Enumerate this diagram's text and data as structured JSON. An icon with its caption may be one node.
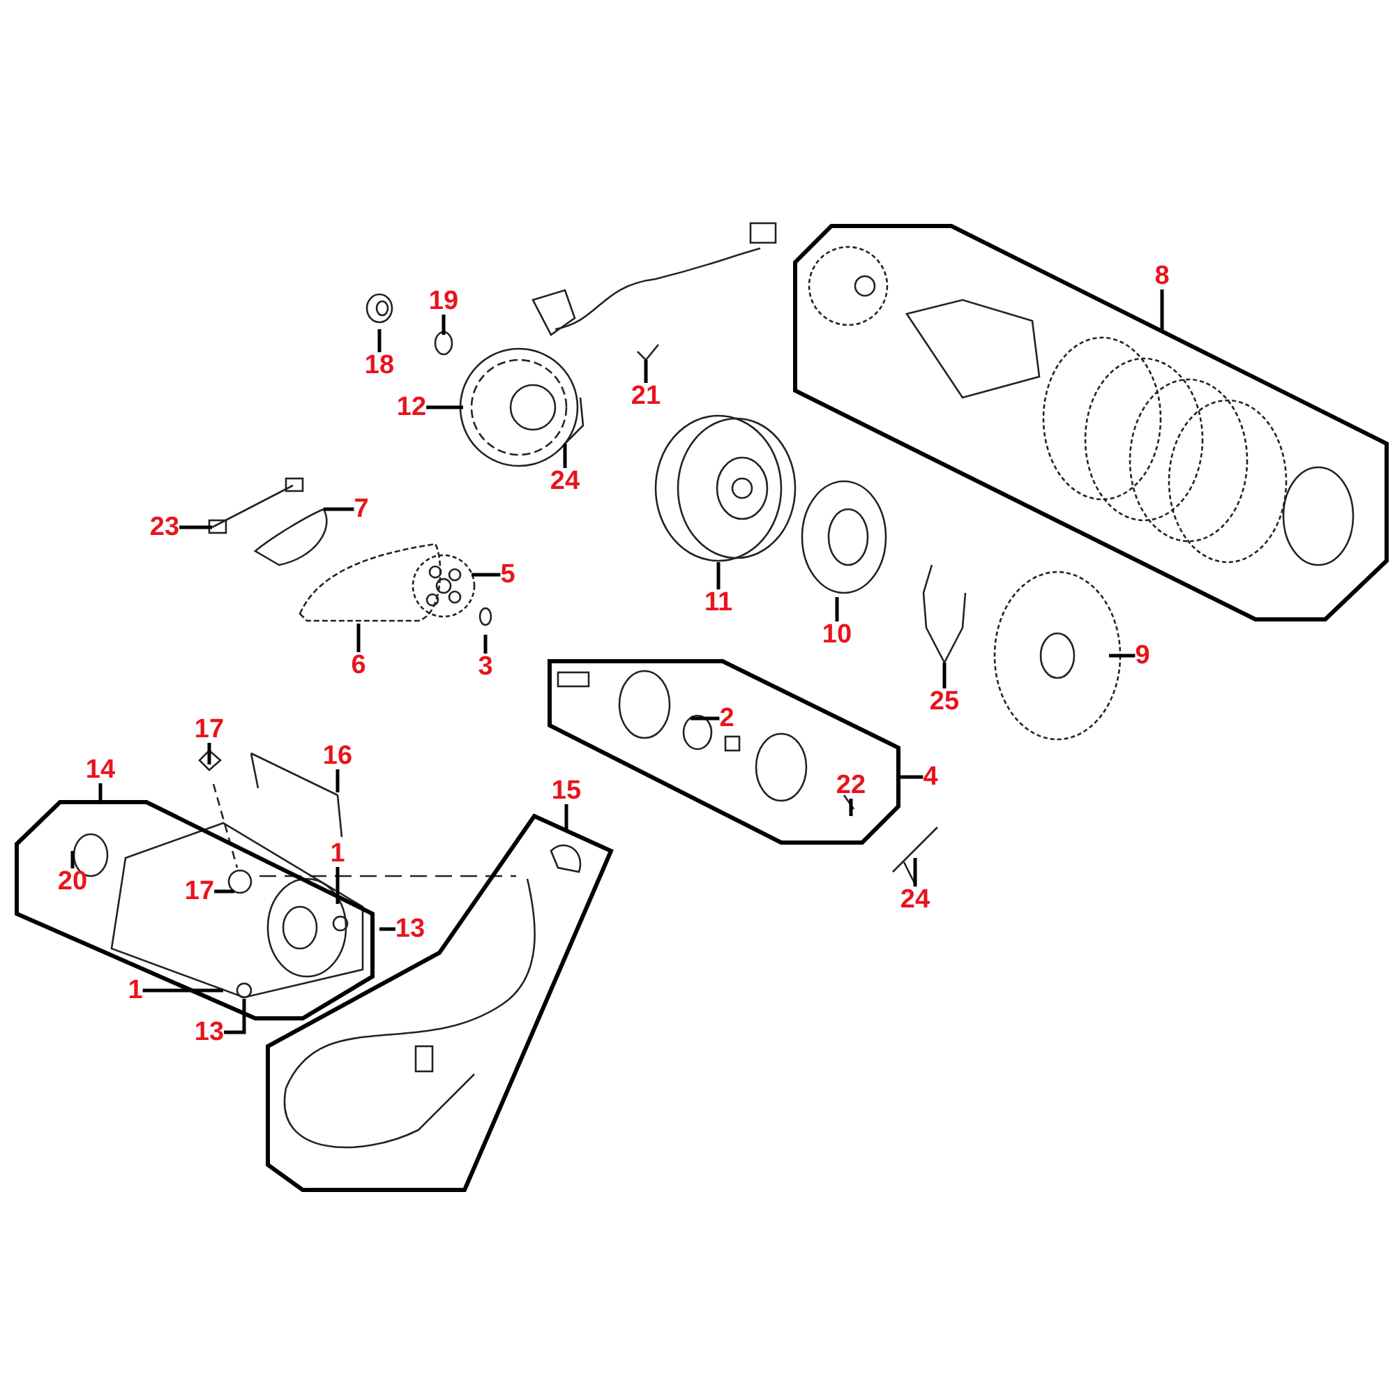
{
  "diagram": {
    "nodes": [
      {
        "text": [
          "8"
        ]
      },
      {
        "text": [],
        "shape": "polygon"
      },
      {
        "text": [
          "19"
        ]
      },
      {
        "text": [
          "18"
        ]
      },
      {
        "text": [
          "21"
        ]
      },
      {
        "text": [
          "12"
        ]
      },
      {
        "text": [
          "24"
        ]
      },
      {
        "text": [
          "7"
        ]
      },
      {
        "text": [
          "23"
        ]
      },
      {
        "text": [
          "5"
        ]
      },
      {
        "text": [
          "11"
        ]
      },
      {
        "text": [
          "6"
        ]
      },
      {
        "text": [
          "3"
        ]
      },
      {
        "text": [
          "10"
        ]
      },
      {
        "text": [
          "9"
        ]
      },
      {
        "text": [
          "25"
        ]
      },
      {
        "text": [],
        "shape": "polygon"
      },
      {
        "text": [
          "2"
        ],
        "in": 16
      },
      {
        "text": [
          "17"
        ]
      },
      {
        "text": [
          "16"
        ]
      },
      {
        "text": [
          "4"
        ]
      },
      {
        "text": [
          "22"
        ],
        "in": 16
      },
      {
        "text": [
          "14"
        ]
      },
      {
        "text": [
          "15"
        ]
      },
      {
        "text": [],
        "shape": "polygon"
      },
      {
        "text": [
          "20"
        ],
        "in": 24
      },
      {
        "text": [
          "1"
        ],
        "in": 24
      },
      {
        "text": [
          "17"
        ],
        "in": 24
      },
      {
        "text": [
          "24"
        ]
      },
      {
        "text": [
          "13"
        ]
      },
      {
        "text": [],
        "shape": "polygon"
      },
      {
        "text": [
          "1"
        ],
        "in": 24
      },
      {
        "text": [
          "13"
        ]
      }
    ],
    "edges": [
      {
        "from": 0,
        "to": 1,
        "arrow": "none"
      },
      {
        "from": 2,
        "to": null,
        "arrow": "none"
      },
      {
        "from": 3,
        "to": null,
        "arrow": "none"
      },
      {
        "from": 4,
        "to": null,
        "arrow": "none"
      },
      {
        "from": 5,
        "to": null,
        "arrow": "none"
      },
      {
        "from": 6,
        "to": null,
        "arrow": "none"
      },
      {
        "from": 7,
        "to": null,
        "arrow": "none"
      },
      {
        "from": 8,
        "to": null,
        "arrow": "none"
      },
      {
        "from": 9,
        "to": null,
        "arrow": "none"
      },
      {
        "from": 10,
        "to": null,
        "arrow": "none"
      },
      {
        "from": 11,
        "to": null,
        "arrow": "none"
      },
      {
        "from": 12,
        "to": null,
        "arrow": "none"
      },
      {
        "from": 13,
        "to": null,
        "arrow": "none"
      },
      {
        "from": 14,
        "to": null,
        "arrow": "none"
      },
      {
        "from": 15,
        "to": null,
        "arrow": "none"
      },
      {
        "from": 17,
        "to": null,
        "arrow": "none"
      },
      {
        "from": 18,
        "to": null,
        "arrow": "none"
      },
      {
        "from": 19,
        "to": null,
        "arrow": "none"
      },
      {
        "from": 20,
        "to": 16,
        "arrow": "none"
      },
      {
        "from": 21,
        "to": null,
        "arrow": "none"
      },
      {
        "from": 22,
        "to": 24,
        "arrow": "none"
      },
      {
        "from": 23,
        "to": 30,
        "arrow": "none"
      },
      {
        "from": 25,
        "to": null,
        "arrow": "none"
      },
      {
        "from": 26,
        "to": null,
        "arrow": "none"
      },
      {
        "from": 27,
        "to": null,
        "arrow": "none"
      },
      {
        "from": 28,
        "to": null,
        "arrow": "none"
      },
      {
        "from": 29,
        "to": null,
        "arrow": "none"
      },
      {
        "from": 31,
        "to": null,
        "arrow": "none"
      },
      {
        "from": 32,
        "to": null,
        "arrow": "none"
      }
    ]
  }
}
